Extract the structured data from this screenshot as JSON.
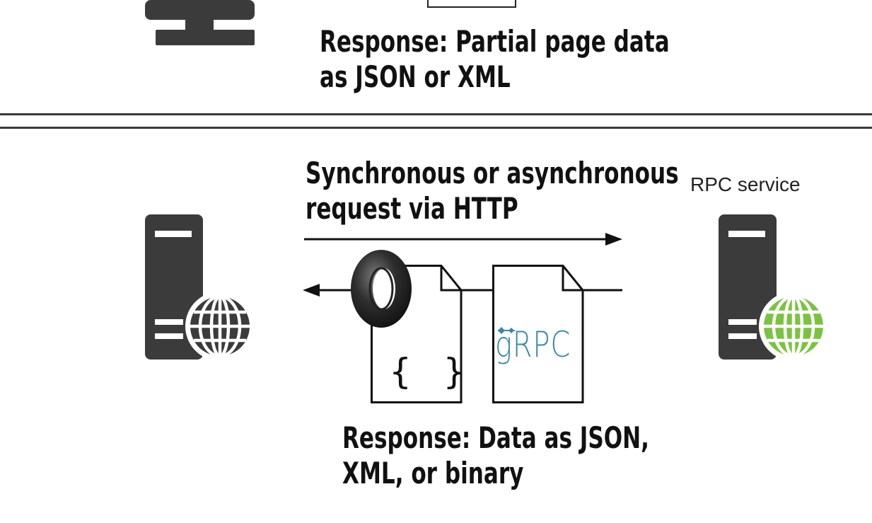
{
  "top_panel": {
    "response_line1": "Response: Partial page data",
    "response_line2": "as JSON or XML"
  },
  "bottom_panel": {
    "request_line1": "Synchronous or asynchronous",
    "request_line2": "request via HTTP",
    "service_label": "RPC service",
    "json_doc_braces": "{ }",
    "grpc_logo_text": "gRPC",
    "response_line1": "Response: Data as JSON,",
    "response_line2": "XML, or binary"
  },
  "colors": {
    "dark_gray": "#3b3b3b",
    "globe_dark": "#3b3b3b",
    "globe_green": "#7cc242",
    "grpc_teal": "#3a8aa0",
    "border": "#3a3a3a"
  },
  "icons": {
    "client": "computer-monitor-icon",
    "web_server": "web-server-globe-icon",
    "rpc_server": "rpc-server-globe-icon",
    "json": "json-logo-icon",
    "grpc": "grpc-logo-icon"
  }
}
